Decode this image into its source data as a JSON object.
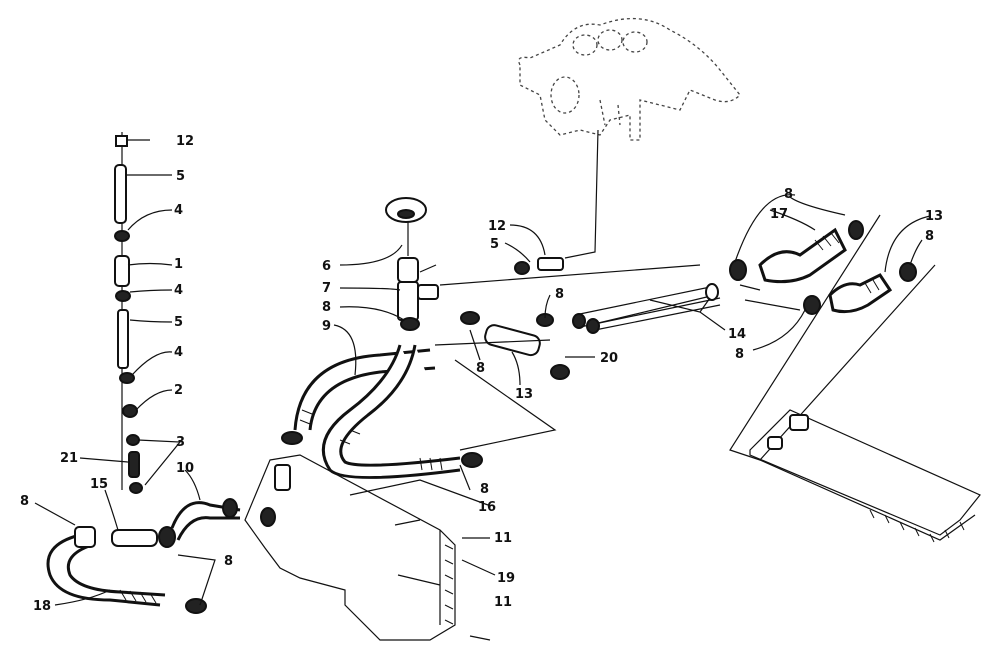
{
  "labels": {
    "l12a": "12",
    "l5a": "5",
    "l4a": "4",
    "l1": "1",
    "l4b": "4",
    "l5b": "5",
    "l4c": "4",
    "l2": "2",
    "l3": "3",
    "l21": "21",
    "l10": "10",
    "l15": "15",
    "l8a": "8",
    "l18": "18",
    "l8b": "8",
    "l6": "6",
    "l7": "7",
    "l8c": "8",
    "l9": "9",
    "l12b": "12",
    "l5c": "5",
    "l8d": "8",
    "l8e": "8",
    "l13a": "13",
    "l20": "20",
    "l14": "14",
    "l8f": "8",
    "l17": "17",
    "l8g": "8",
    "l13b": "13",
    "l8h": "8",
    "l8i": "8",
    "l16": "16",
    "l11a": "11",
    "l19": "19",
    "l11b": "11"
  }
}
